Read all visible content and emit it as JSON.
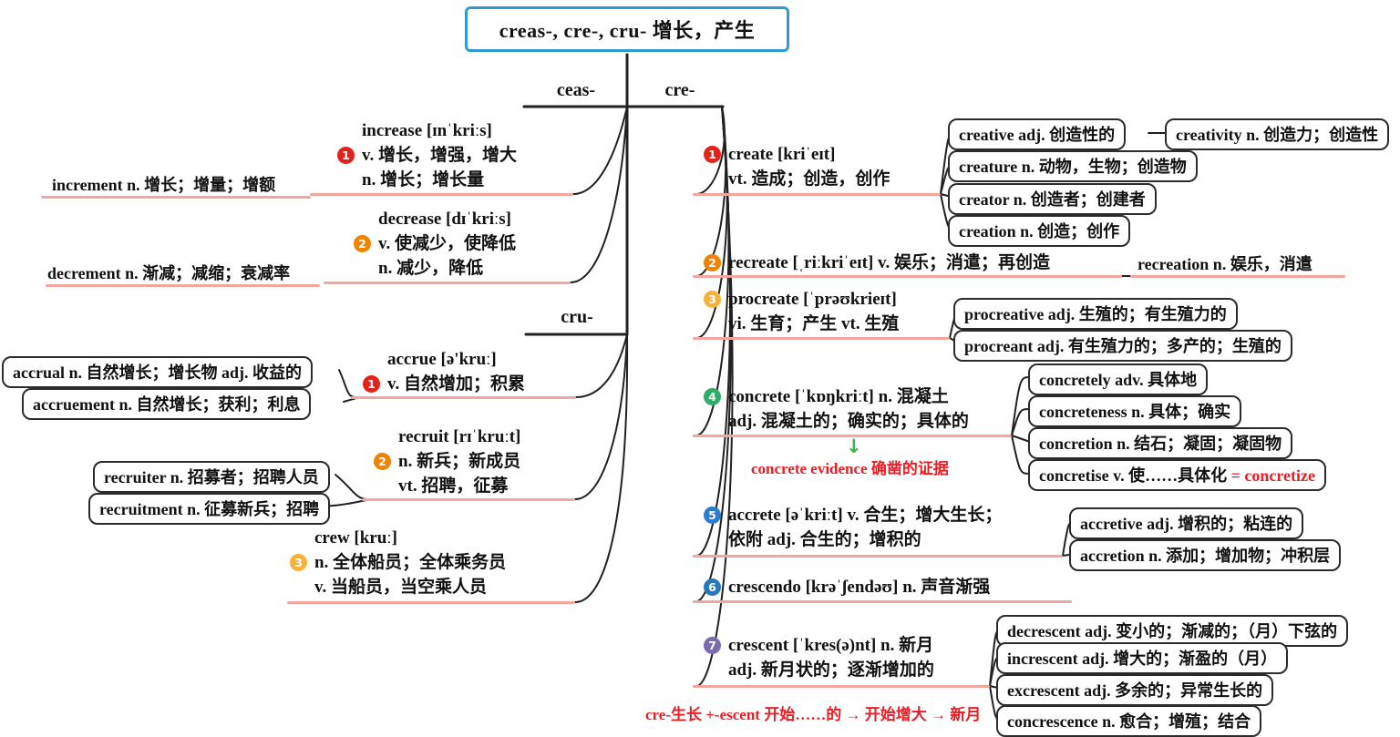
{
  "title": "creas-, cre-, cru- 增长，产生",
  "branches": {
    "ceas": {
      "label": "ceas-"
    },
    "cre": {
      "label": "cre-"
    },
    "cru": {
      "label": "cru-"
    }
  },
  "entries": {
    "increase": {
      "badge": "1",
      "word": "increase [ɪnˈkriːs]",
      "def1": "v. 增长，增强，增大",
      "def2": "n. 增长；增长量"
    },
    "increment": {
      "text": "increment n. 增长；增量；增额"
    },
    "decrease": {
      "badge": "2",
      "word": "decrease [dɪˈkriːs]",
      "def1": "v. 使减少，使降低",
      "def2": "n. 减少，降低"
    },
    "decrement": {
      "text": "decrement n. 渐减；减缩；衰减率"
    },
    "accrue": {
      "badge": "1",
      "word": "accrue [ə'kruː]",
      "def1": "v. 自然增加；积累"
    },
    "accrual": {
      "text": "accrual n. 自然增长；增长物 adj. 收益的"
    },
    "accruement": {
      "text": "accruement n. 自然增长；获利；利息"
    },
    "recruit": {
      "badge": "2",
      "word": "recruit [rɪˈkruːt]",
      "def1": "n. 新兵；新成员",
      "def2": "vt. 招聘，征募"
    },
    "recruiter": {
      "text": "recruiter n. 招募者；招聘人员"
    },
    "recruitment": {
      "text": "recruitment n. 征募新兵；招聘"
    },
    "crew": {
      "badge": "3",
      "word": "crew [kruː]",
      "def1": "n. 全体船员；全体乘务员",
      "def2": "v. 当船员，当空乘人员"
    },
    "create": {
      "badge": "1",
      "word": "create [kriˈeɪt]",
      "def1": "vt. 造成；创造，创作"
    },
    "creative": {
      "text": "creative adj. 创造性的"
    },
    "creativity": {
      "text": "creativity n. 创造力；创造性"
    },
    "creature": {
      "text": "creature n. 动物，生物；创造物"
    },
    "creator": {
      "text": "creator n. 创造者；创建者"
    },
    "creation": {
      "text": "creation n. 创造；创作"
    },
    "recreate": {
      "badge": "2",
      "word": "recreate [ˌriːkriˈeɪt] v. 娱乐；消遣；再创造"
    },
    "recreation": {
      "text": "recreation n. 娱乐，消遣"
    },
    "procreate": {
      "badge": "3",
      "word": "procreate [ˈprəʊkrieɪt]",
      "def1": "vi. 生育；产生 vt. 生殖"
    },
    "procreative": {
      "text": "procreative adj. 生殖的；有生殖力的"
    },
    "procreant": {
      "text": "procreant adj. 有生殖力的；多产的；生殖的"
    },
    "concrete": {
      "badge": "4",
      "word": "concrete [ˈkɒŋkriːt] n. 混凝土",
      "def1": "adj. 混凝土的；确实的；具体的",
      "note": "concrete evidence 确凿的证据"
    },
    "concretely": {
      "text": "concretely adv. 具体地"
    },
    "concreteness": {
      "text": "concreteness n. 具体；确实"
    },
    "concretion": {
      "text": "concretion n. 结石；凝固；凝固物"
    },
    "concretise": {
      "text": "concretise v. 使……具体化 ",
      "text_red": "= concretize"
    },
    "accrete": {
      "badge": "5",
      "word": "accrete [əˈkriːt] v. 合生；增大生长；",
      "def1": "依附 adj. 合生的；增积的"
    },
    "accretive": {
      "text": "accretive adj. 增积的；粘连的"
    },
    "accretion": {
      "text": "accretion n. 添加；增加物；冲积层"
    },
    "crescendo": {
      "badge": "6",
      "word": "crescendo [krəˈʃendəʊ] n. 声音渐强"
    },
    "crescent": {
      "badge": "7",
      "word": "crescent [ˈkres(ə)nt] n. 新月",
      "def1": "adj. 新月状的；逐渐增加的",
      "note": "cre-生长 +-escent 开始……的 → 开始增大 → 新月"
    },
    "decrescent": {
      "text": "decrescent adj. 变小的；渐减的；（月）下弦的"
    },
    "increscent": {
      "text": "increscent adj. 增大的；渐盈的（月）"
    },
    "excrescent": {
      "text": "excrescent adj. 多余的；异常生长的"
    },
    "concrescence": {
      "text": "concrescence n. 愈合；增殖；结合"
    }
  },
  "icons": {
    "down_arrow": "↓"
  },
  "colors": {
    "title_border": "#2e9bd4",
    "underline": "#f2a79e",
    "connector": "#212121",
    "note_red": "#ed1c24",
    "arrow_green": "#3bb54a",
    "badge_1": "#e2231a",
    "badge_2": "#f08300",
    "badge_3": "#f6b23a",
    "badge_4": "#2fac66",
    "badge_5": "#2b7cd3",
    "badge_6": "#2779bd",
    "badge_7": "#7d6bb0"
  }
}
